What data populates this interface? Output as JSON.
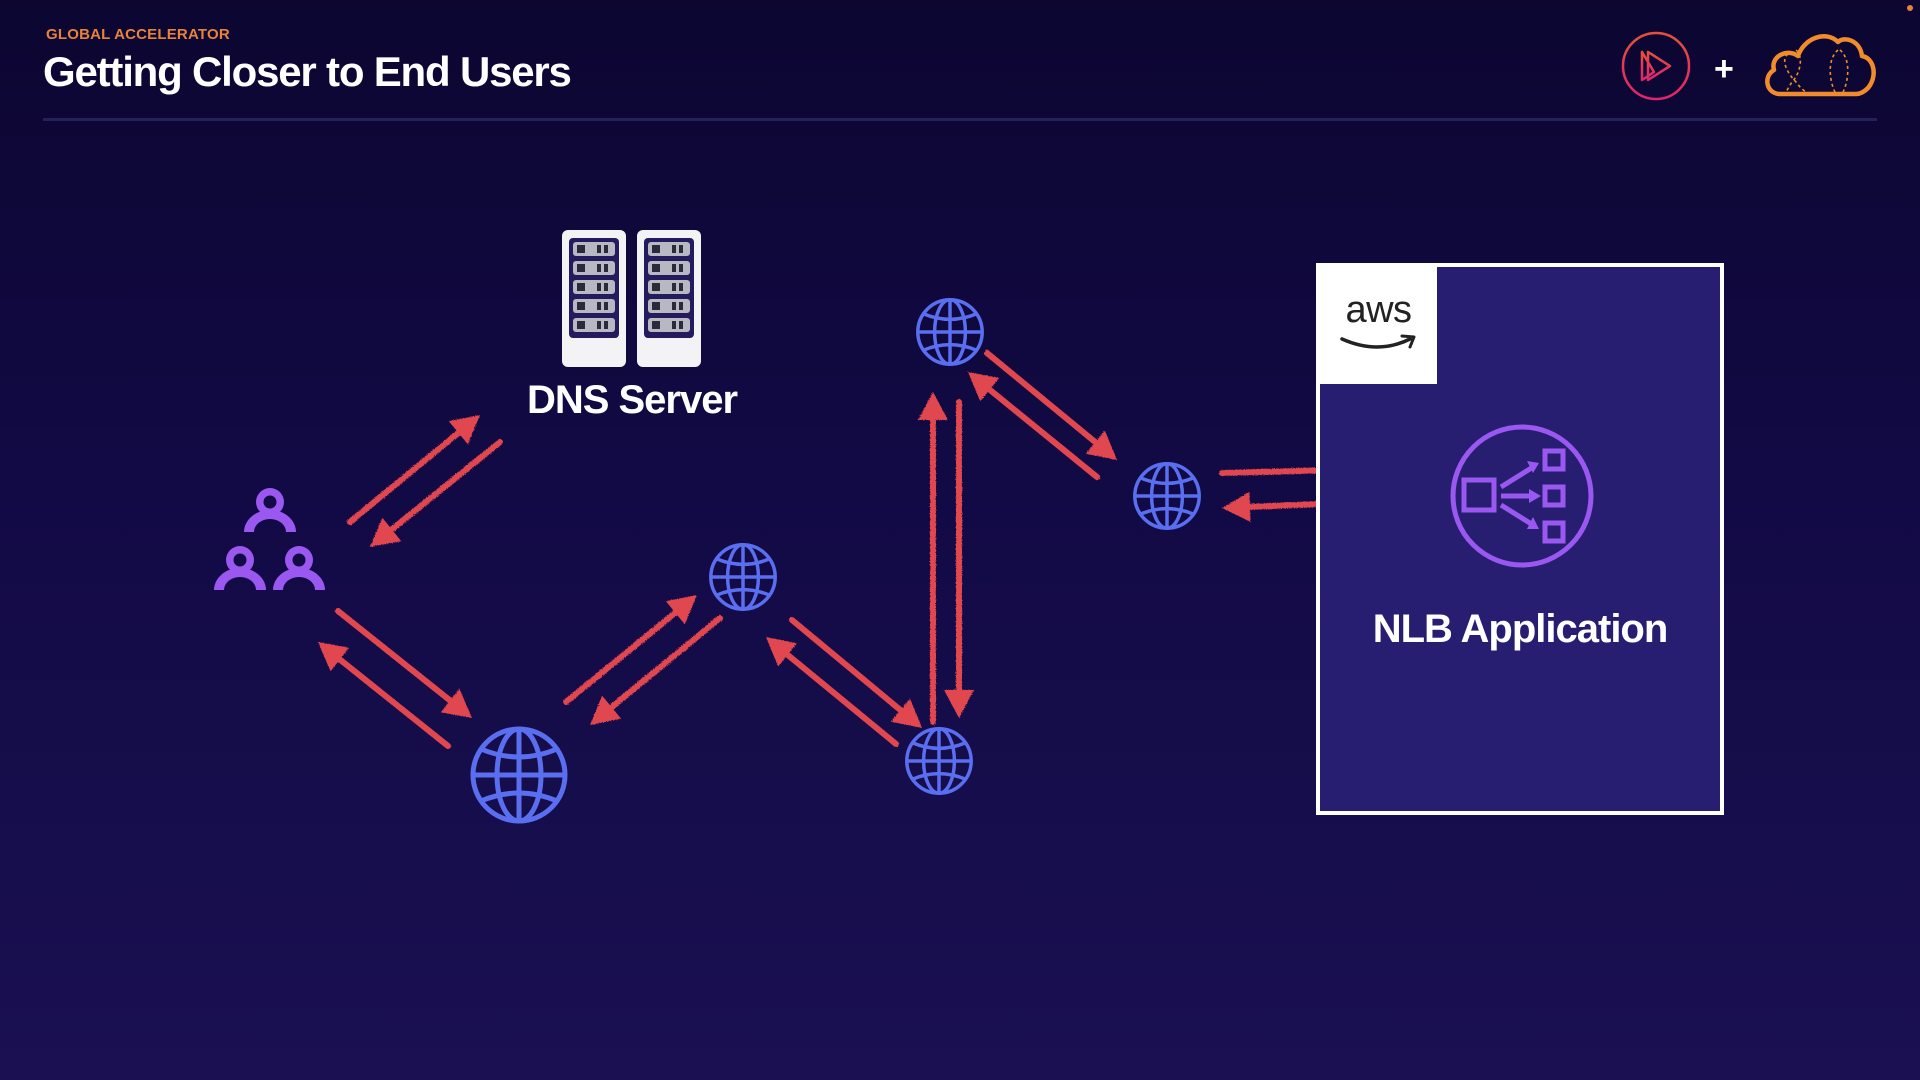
{
  "header": {
    "eyebrow": "GLOBAL ACCELERATOR",
    "title": "Getting Closer to End Users"
  },
  "branding": {
    "left_logo": "play-circle-logo-icon",
    "separator": "+",
    "right_logo": "cloud-logo-icon"
  },
  "diagram": {
    "nodes": {
      "users": {
        "icon": "users-group-icon"
      },
      "dns": {
        "icon": "server-rack-icon",
        "label": "DNS Server"
      },
      "edge_globes": [
        "globe-icon",
        "globe-icon",
        "globe-icon",
        "globe-icon",
        "globe-icon"
      ],
      "aws": {
        "logo_text": "aws",
        "service_icon": "network-load-balancer-icon",
        "label": "NLB Application"
      }
    },
    "connections": [
      {
        "from": "users",
        "to": "dns",
        "bidirectional": true
      },
      {
        "from": "users",
        "to": "globe-1",
        "bidirectional": true
      },
      {
        "from": "globe-1",
        "to": "globe-2",
        "bidirectional": true
      },
      {
        "from": "globe-2",
        "to": "globe-3",
        "bidirectional": true
      },
      {
        "from": "globe-3",
        "to": "globe-4",
        "bidirectional": true
      },
      {
        "from": "globe-4",
        "to": "globe-5",
        "bidirectional": true
      },
      {
        "from": "globe-5",
        "to": "aws",
        "bidirectional": true
      }
    ]
  },
  "colors": {
    "eyebrow": "#e8823a",
    "arrow": "#e0464f",
    "globe": "#5a6ef0",
    "users": "#9a58f0",
    "nlb": "#9a58f0",
    "cloud": "#f08c2c",
    "play_start": "#e8503a",
    "play_end": "#e0246e",
    "status_dot": "#e8823a"
  }
}
